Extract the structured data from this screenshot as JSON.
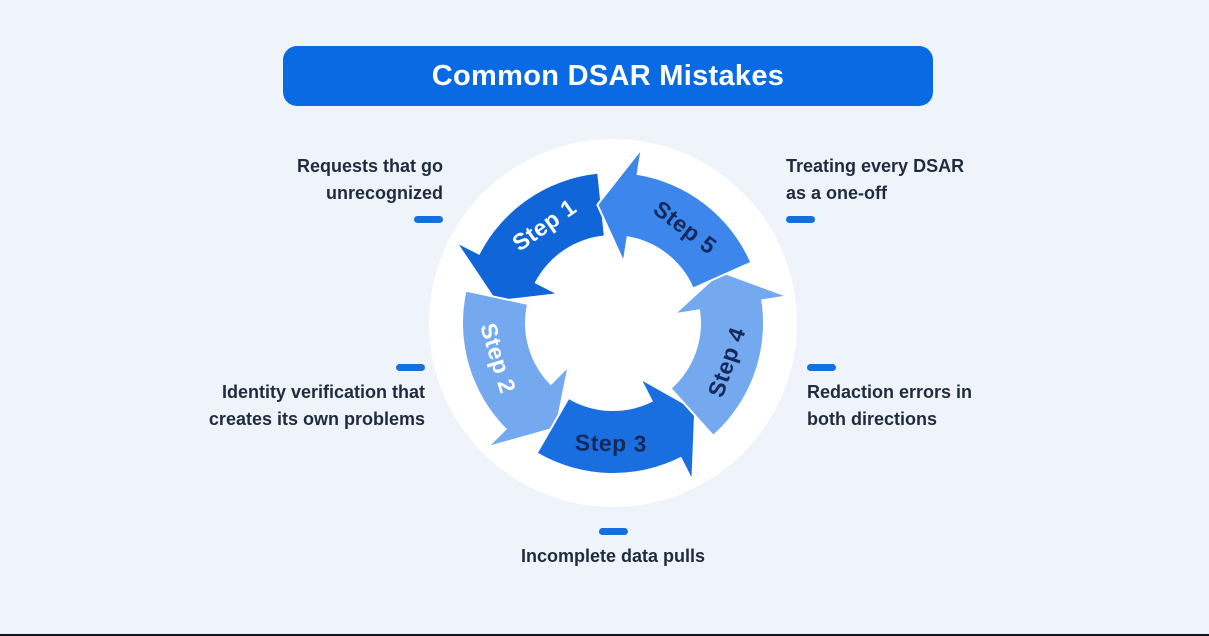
{
  "title": "Common DSAR Mistakes",
  "colors": {
    "background": "#EFF4FB",
    "banner": "#0A6AE3",
    "banner_text": "#FFFFFF",
    "label_text": "#1F2B3E",
    "accent_dash": "#1270E0",
    "circle_fill": "#FFFFFF",
    "bottom_line": "#12141C"
  },
  "cycle": {
    "direction": "counterclockwise",
    "steps": [
      {
        "label": "Step 1",
        "color": "#1065D8",
        "text_color": "#FFFFFF"
      },
      {
        "label": "Step 2",
        "color": "#74A9F0",
        "text_color": "#FFFFFF"
      },
      {
        "label": "Step 3",
        "color": "#1A6FE0",
        "text_color": "#16295A"
      },
      {
        "label": "Step 4",
        "color": "#74A9F0",
        "text_color": "#16295A"
      },
      {
        "label": "Step 5",
        "color": "#3C86EC",
        "text_color": "#16295A"
      }
    ]
  },
  "mistakes": [
    {
      "position": "top-left",
      "text": "Requests that go unrecognized",
      "lines": [
        "Requests that go",
        "unrecognized"
      ]
    },
    {
      "position": "top-right",
      "text": "Treating every DSAR as a one-off",
      "lines": [
        "Treating every DSAR",
        "as a one-off"
      ]
    },
    {
      "position": "mid-left",
      "text": "Identity verification that creates its own problems",
      "lines": [
        "Identity verification that",
        "creates its own problems"
      ]
    },
    {
      "position": "mid-right",
      "text": "Redaction errors in both directions",
      "lines": [
        "Redaction errors in",
        "both directions"
      ]
    },
    {
      "position": "bottom",
      "text": "Incomplete data pulls",
      "lines": [
        "Incomplete data pulls"
      ]
    }
  ]
}
